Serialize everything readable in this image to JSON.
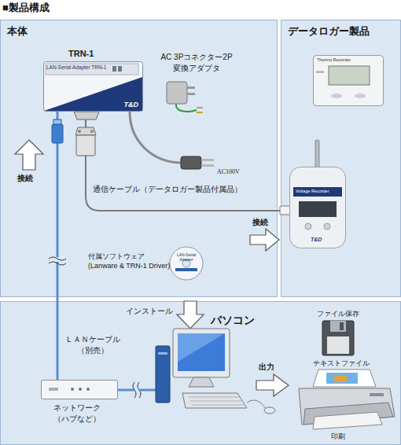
{
  "diagram": {
    "title": "■製品構成",
    "nodes": [
      {
        "text": [
          "本体"
        ]
      },
      {
        "text": [
          "TRN-1",
          "LAN-Serial Adapter TRN-1",
          "T&D"
        ],
        "in": 0
      },
      {
        "text": [
          "LAN-Serial Adapter"
        ],
        "in": 0
      },
      {
        "text": [
          "データロガー製品"
        ]
      },
      {
        "text": [
          "Thermo Recorder"
        ],
        "in": 3
      },
      {
        "text": [
          "Voltage Recorder",
          "T&D"
        ],
        "in": 3
      },
      {
        "text": [
          "パソコン"
        ]
      },
      {
        "text": [
          "ネットワーク （ハブなど）"
        ],
        "in": 6
      }
    ],
    "edges": [
      {
        "from": 1,
        "to": 5,
        "arrow": "none",
        "label": "通信ケーブル（データロガー製品付属品）"
      },
      {
        "from": 1,
        "to": 7,
        "arrow": "none",
        "label": "ＬＡＮケーブル （別売）"
      }
    ],
    "labels": [
      "AC 3Pコネクター2P 変換アダプタ",
      "AC100V",
      "接続",
      "接続",
      "付属ソフトウェア (Lanware & TRN-1 Driver)",
      "インストール",
      "出力",
      "ファイル保存",
      "テキストファイル",
      "印刷"
    ]
  }
}
